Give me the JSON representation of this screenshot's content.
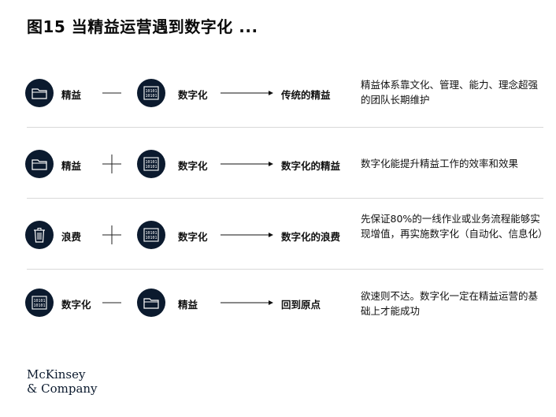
{
  "title": "图15 当精益运营遇到数字化 ...",
  "rows": [
    {
      "left_label": "精益",
      "left_icon": "folder-icon",
      "operator": "minus",
      "mid_label": "数字化",
      "mid_icon": "binary-icon",
      "result": "传统的精益",
      "description": "精益体系靠文化、管理、能力、理念超强的团队长期维护"
    },
    {
      "left_label": "精益",
      "left_icon": "folder-icon",
      "operator": "plus",
      "mid_label": "数字化",
      "mid_icon": "binary-icon",
      "result": "数字化的精益",
      "description": "数字化能提升精益工作的效率和效果"
    },
    {
      "left_label": "浪费",
      "left_icon": "trash-icon",
      "operator": "plus",
      "mid_label": "数字化",
      "mid_icon": "binary-icon",
      "result": "数字化的浪费",
      "description": "先保证80%的一线作业或业务流程能够实现增值，再实施数字化（自动化、信息化）"
    },
    {
      "left_label": "数字化",
      "left_icon": "binary-icon",
      "operator": "minus",
      "mid_label": "精益",
      "mid_icon": "folder-icon",
      "result": "回到原点",
      "description": "欲速则不达。数字化一定在精益运营的基础上才能成功"
    }
  ],
  "logo": {
    "line1": "McKinsey",
    "line2": "& Company"
  },
  "colors": {
    "icon_bg": "#0b1a2e",
    "divider": "#d9d9d9",
    "text": "#111111"
  }
}
